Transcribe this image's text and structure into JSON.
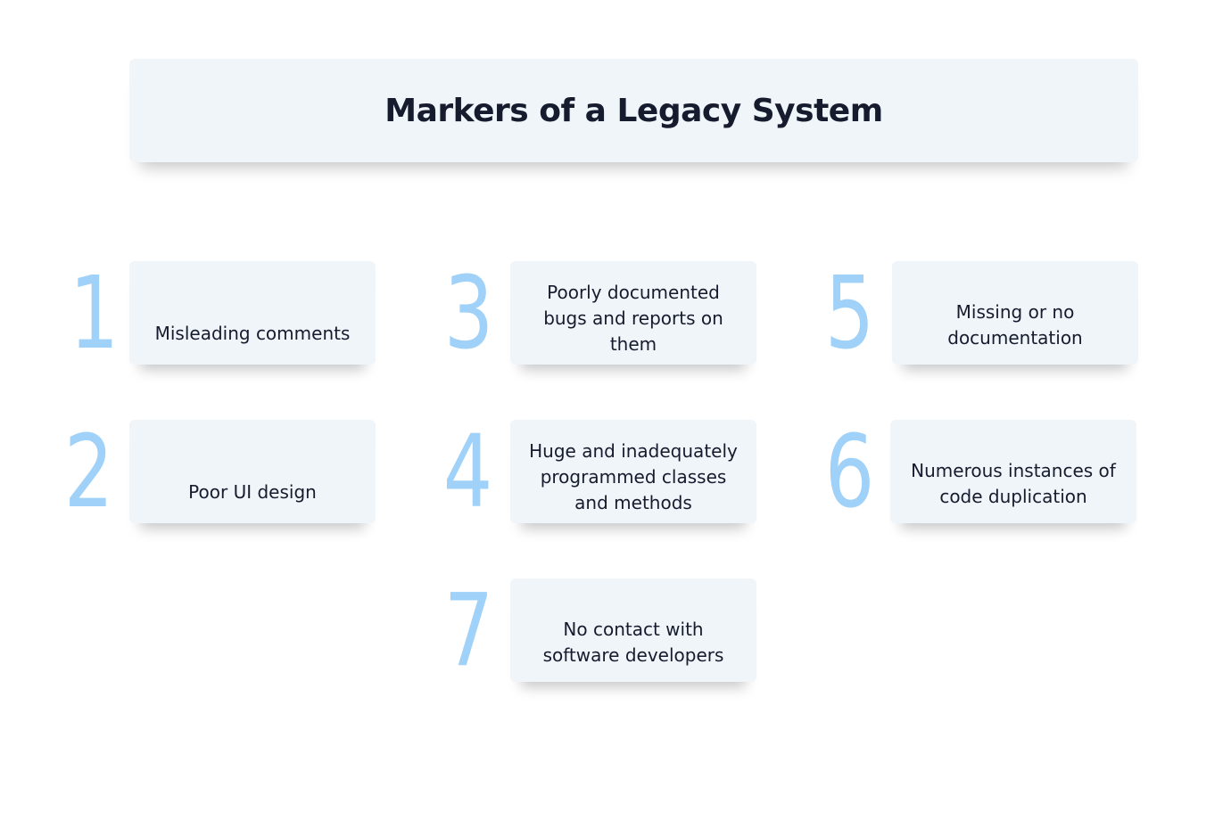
{
  "title": "Markers of a Legacy System",
  "markers": [
    {
      "number": "1",
      "text": "Misleading comments"
    },
    {
      "number": "2",
      "text": "Poor UI design"
    },
    {
      "number": "3",
      "text": "Poorly documented bugs and reports on them"
    },
    {
      "number": "4",
      "text": "Huge and inadequately programmed classes and methods"
    },
    {
      "number": "5",
      "text": "Missing or no documentation"
    },
    {
      "number": "6",
      "text": "Numerous instances of code duplication"
    },
    {
      "number": "7",
      "text": "No contact with software developers"
    }
  ]
}
